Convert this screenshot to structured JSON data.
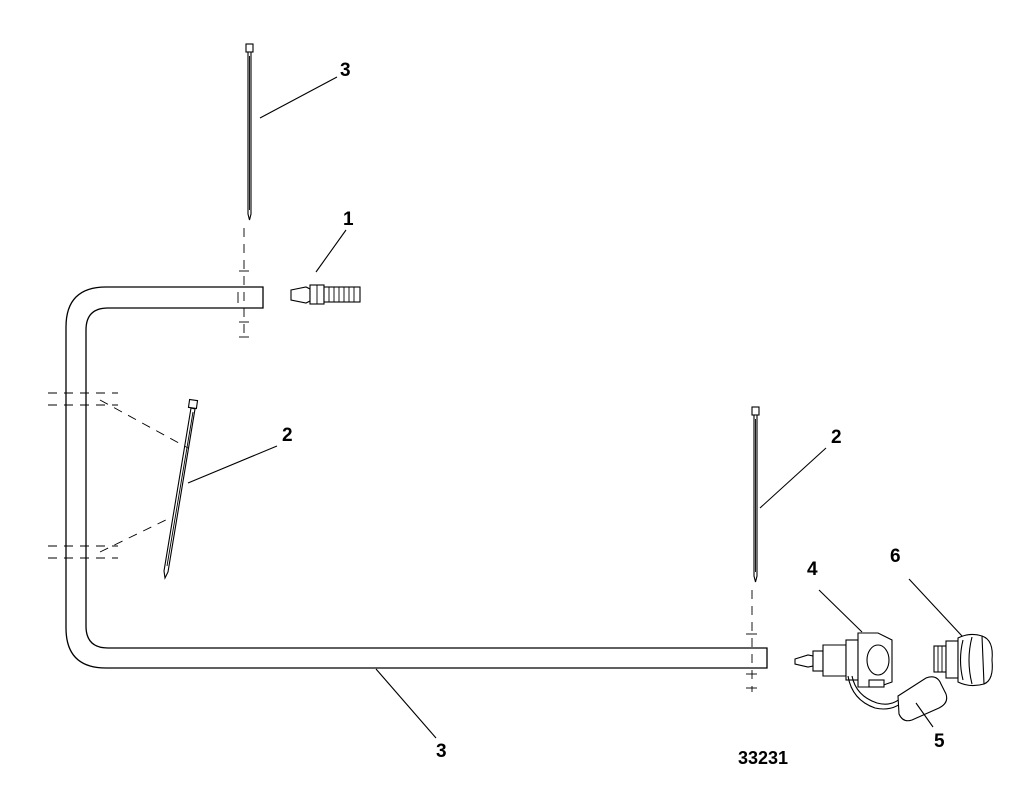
{
  "callouts": {
    "c1": "1",
    "c2a": "2",
    "c2b": "2",
    "c3a": "3",
    "c3b": "3",
    "c4": "4",
    "c5": "5",
    "c6": "6"
  },
  "figure_number": "33231"
}
